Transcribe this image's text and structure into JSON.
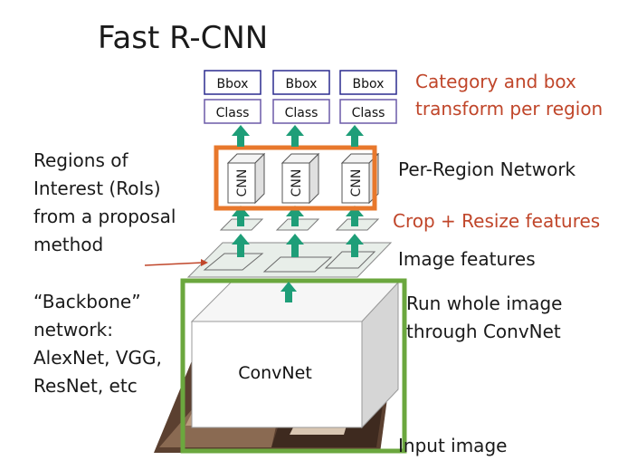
{
  "title": "Fast R-CNN",
  "outputs": {
    "bbox_label": "Bbox",
    "class_label": "Class",
    "annotation_line1": "Category and box",
    "annotation_line2": "transform per region"
  },
  "per_region": {
    "cnn_label": "CNN",
    "annotation": "Per-Region Network"
  },
  "crop": {
    "annotation": "Crop + Resize features"
  },
  "features": {
    "annotation": "Image features"
  },
  "rois": {
    "line1": "Regions of",
    "line2": "Interest (RoIs)",
    "line3": "from a proposal",
    "line4": "method"
  },
  "backbone": {
    "line1": "“Backbone”",
    "line2": "network:",
    "line3": "AlexNet, VGG,",
    "line4": "ResNet, etc",
    "convnet_label": "ConvNet",
    "annotation_line1": "Run whole image",
    "annotation_line2": "through ConvNet"
  },
  "input": {
    "annotation": "Input image"
  },
  "colors": {
    "arrow": "#1e9e78",
    "orange_box": "#e8782c",
    "green_box": "#6ba73e",
    "annotation_red": "#c0462a",
    "output_border": "#2b2b8f",
    "class_border": "#6b5aa8"
  }
}
